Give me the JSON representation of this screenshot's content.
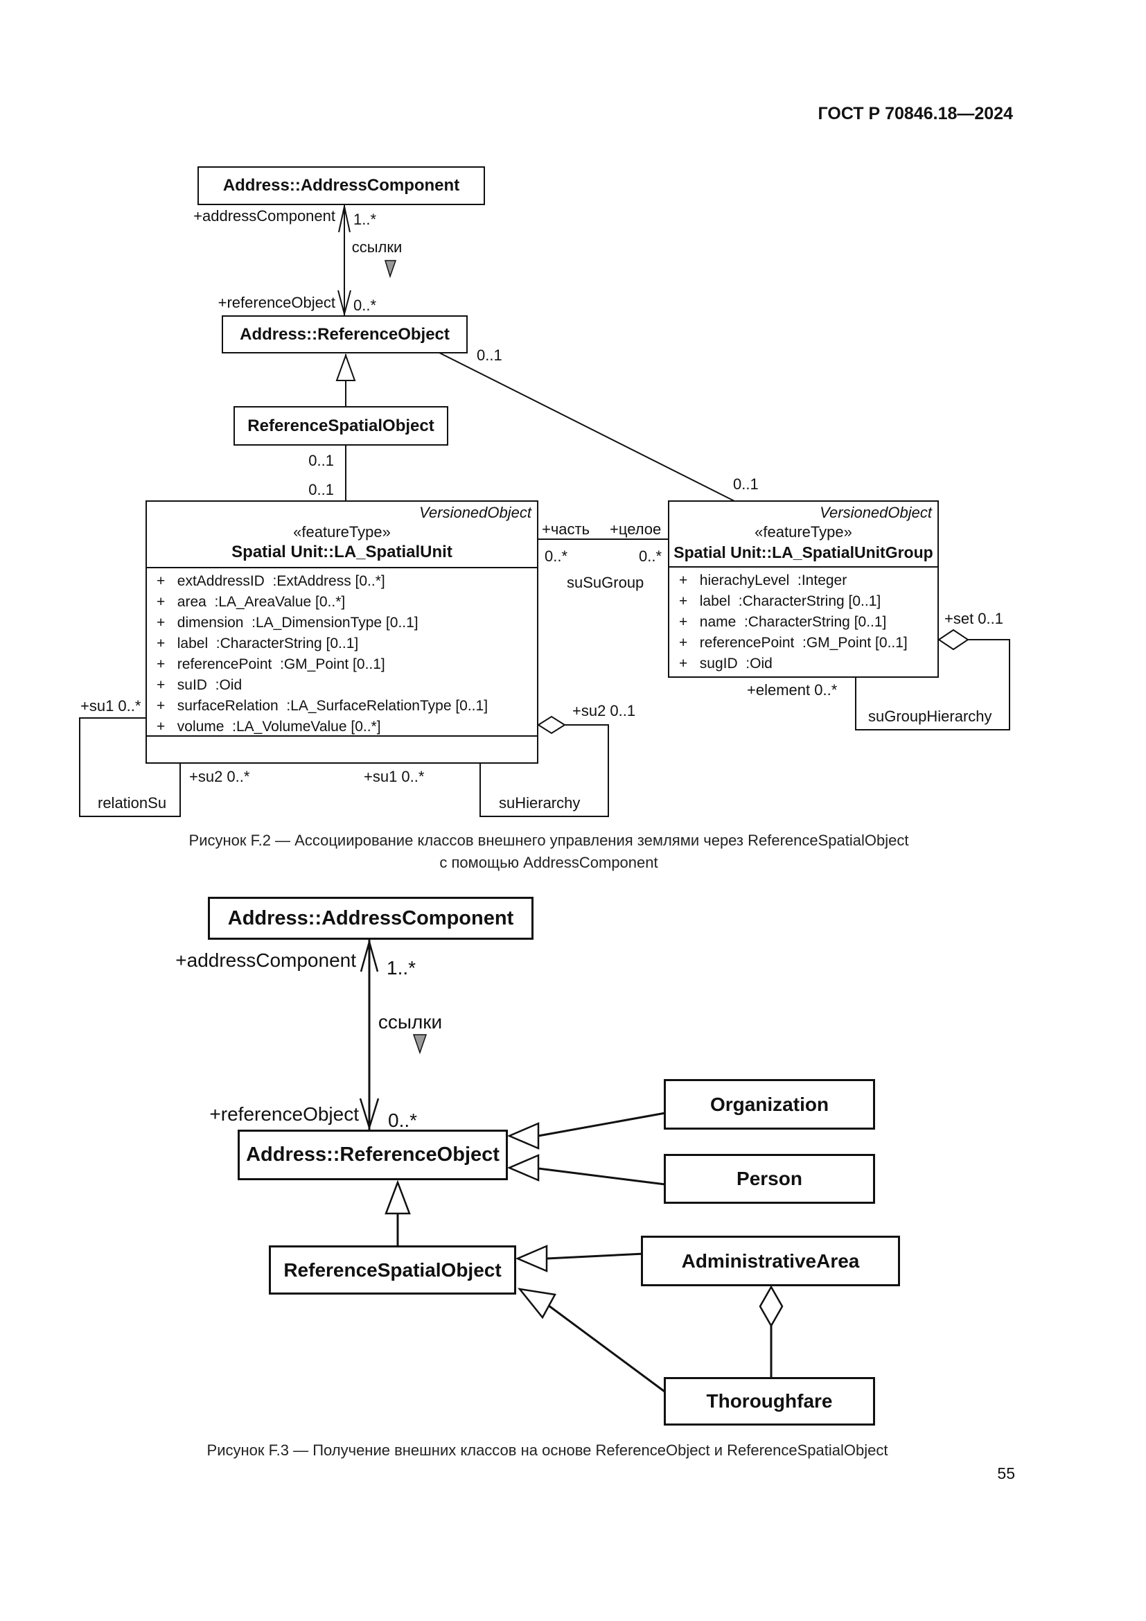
{
  "header": {
    "standard": "ГОСТ Р 70846.18—2024"
  },
  "page_number": "55",
  "f2": {
    "address_component": "Address::AddressComponent",
    "reference_object": "Address::ReferenceObject",
    "reference_spatial_object": "ReferenceSpatialObject",
    "spatial_unit": {
      "superclass": "VersionedObject",
      "stereotype": "«featureType»",
      "title": "Spatial Unit::LA_SpatialUnit",
      "attributes": [
        "+   extAddressID  :ExtAddress [0..*]",
        "+   area  :LA_AreaValue [0..*]",
        "+   dimension  :LA_DimensionType [0..1]",
        "+   label  :CharacterString [0..1]",
        "+   referencePoint  :GM_Point [0..1]",
        "+   suID  :Oid",
        "+   surfaceRelation  :LA_SurfaceRelationType [0..1]",
        "+   volume  :LA_VolumeValue [0..*]"
      ]
    },
    "spatial_unit_group": {
      "superclass": "VersionedObject",
      "stereotype": "«featureType»",
      "title": "Spatial Unit::LA_SpatialUnitGroup",
      "attributes": [
        "+   hierachyLevel  :Integer",
        "+   label  :CharacterString [0..1]",
        "+   name  :CharacterString [0..1]",
        "+   referencePoint  :GM_Point [0..1]",
        "+   sugID  :Oid"
      ]
    },
    "labels": {
      "address_component_role": "+addressComponent",
      "address_component_mult": "1..*",
      "association_name": "ссылки",
      "reference_object_role": "+referenceObject",
      "reference_object_mult": "0..*",
      "ref_group_mult_left": "0..1",
      "ref_group_mult_right": "0..1",
      "rso_su_mult_top": "0..1",
      "rso_su_mult_bottom": "0..1",
      "part_role": "+часть",
      "whole_role": "+целое",
      "part_mult": "0..*",
      "whole_mult": "0..*",
      "su_su_group": "suSuGroup",
      "relation_su_left": "+su1 0..*",
      "relation_su_bottom": "+su2 0..*",
      "relation_su_name": "relationSu",
      "hierarchy_su_bottom": "+su1 0..*",
      "hierarchy_su_right": "+su2 0..1",
      "hierarchy_name": "suHierarchy",
      "set_role": "+set 0..1",
      "element_role": "+element 0..*",
      "group_hierarchy_name": "suGroupHierarchy"
    },
    "caption1": "Рисунок F.2 — Ассоциирование классов внешнего управления землями через ReferenceSpatialObject",
    "caption2": "с помощью AddressComponent"
  },
  "f3": {
    "address_component": "Address::AddressComponent",
    "reference_object": "Address::ReferenceObject",
    "reference_spatial_object": "ReferenceSpatialObject",
    "organization": "Organization",
    "person": "Person",
    "administrative_area": "AdministrativeArea",
    "thoroughfare": "Thoroughfare",
    "labels": {
      "address_component_role": "+addressComponent",
      "address_component_mult": "1..*",
      "association_name": "ссылки",
      "reference_object_role": "+referenceObject",
      "reference_object_mult": "0..*"
    },
    "caption": "Рисунок F.3 — Получение внешних классов на основе ReferenceObject и ReferenceSpatialObject"
  }
}
